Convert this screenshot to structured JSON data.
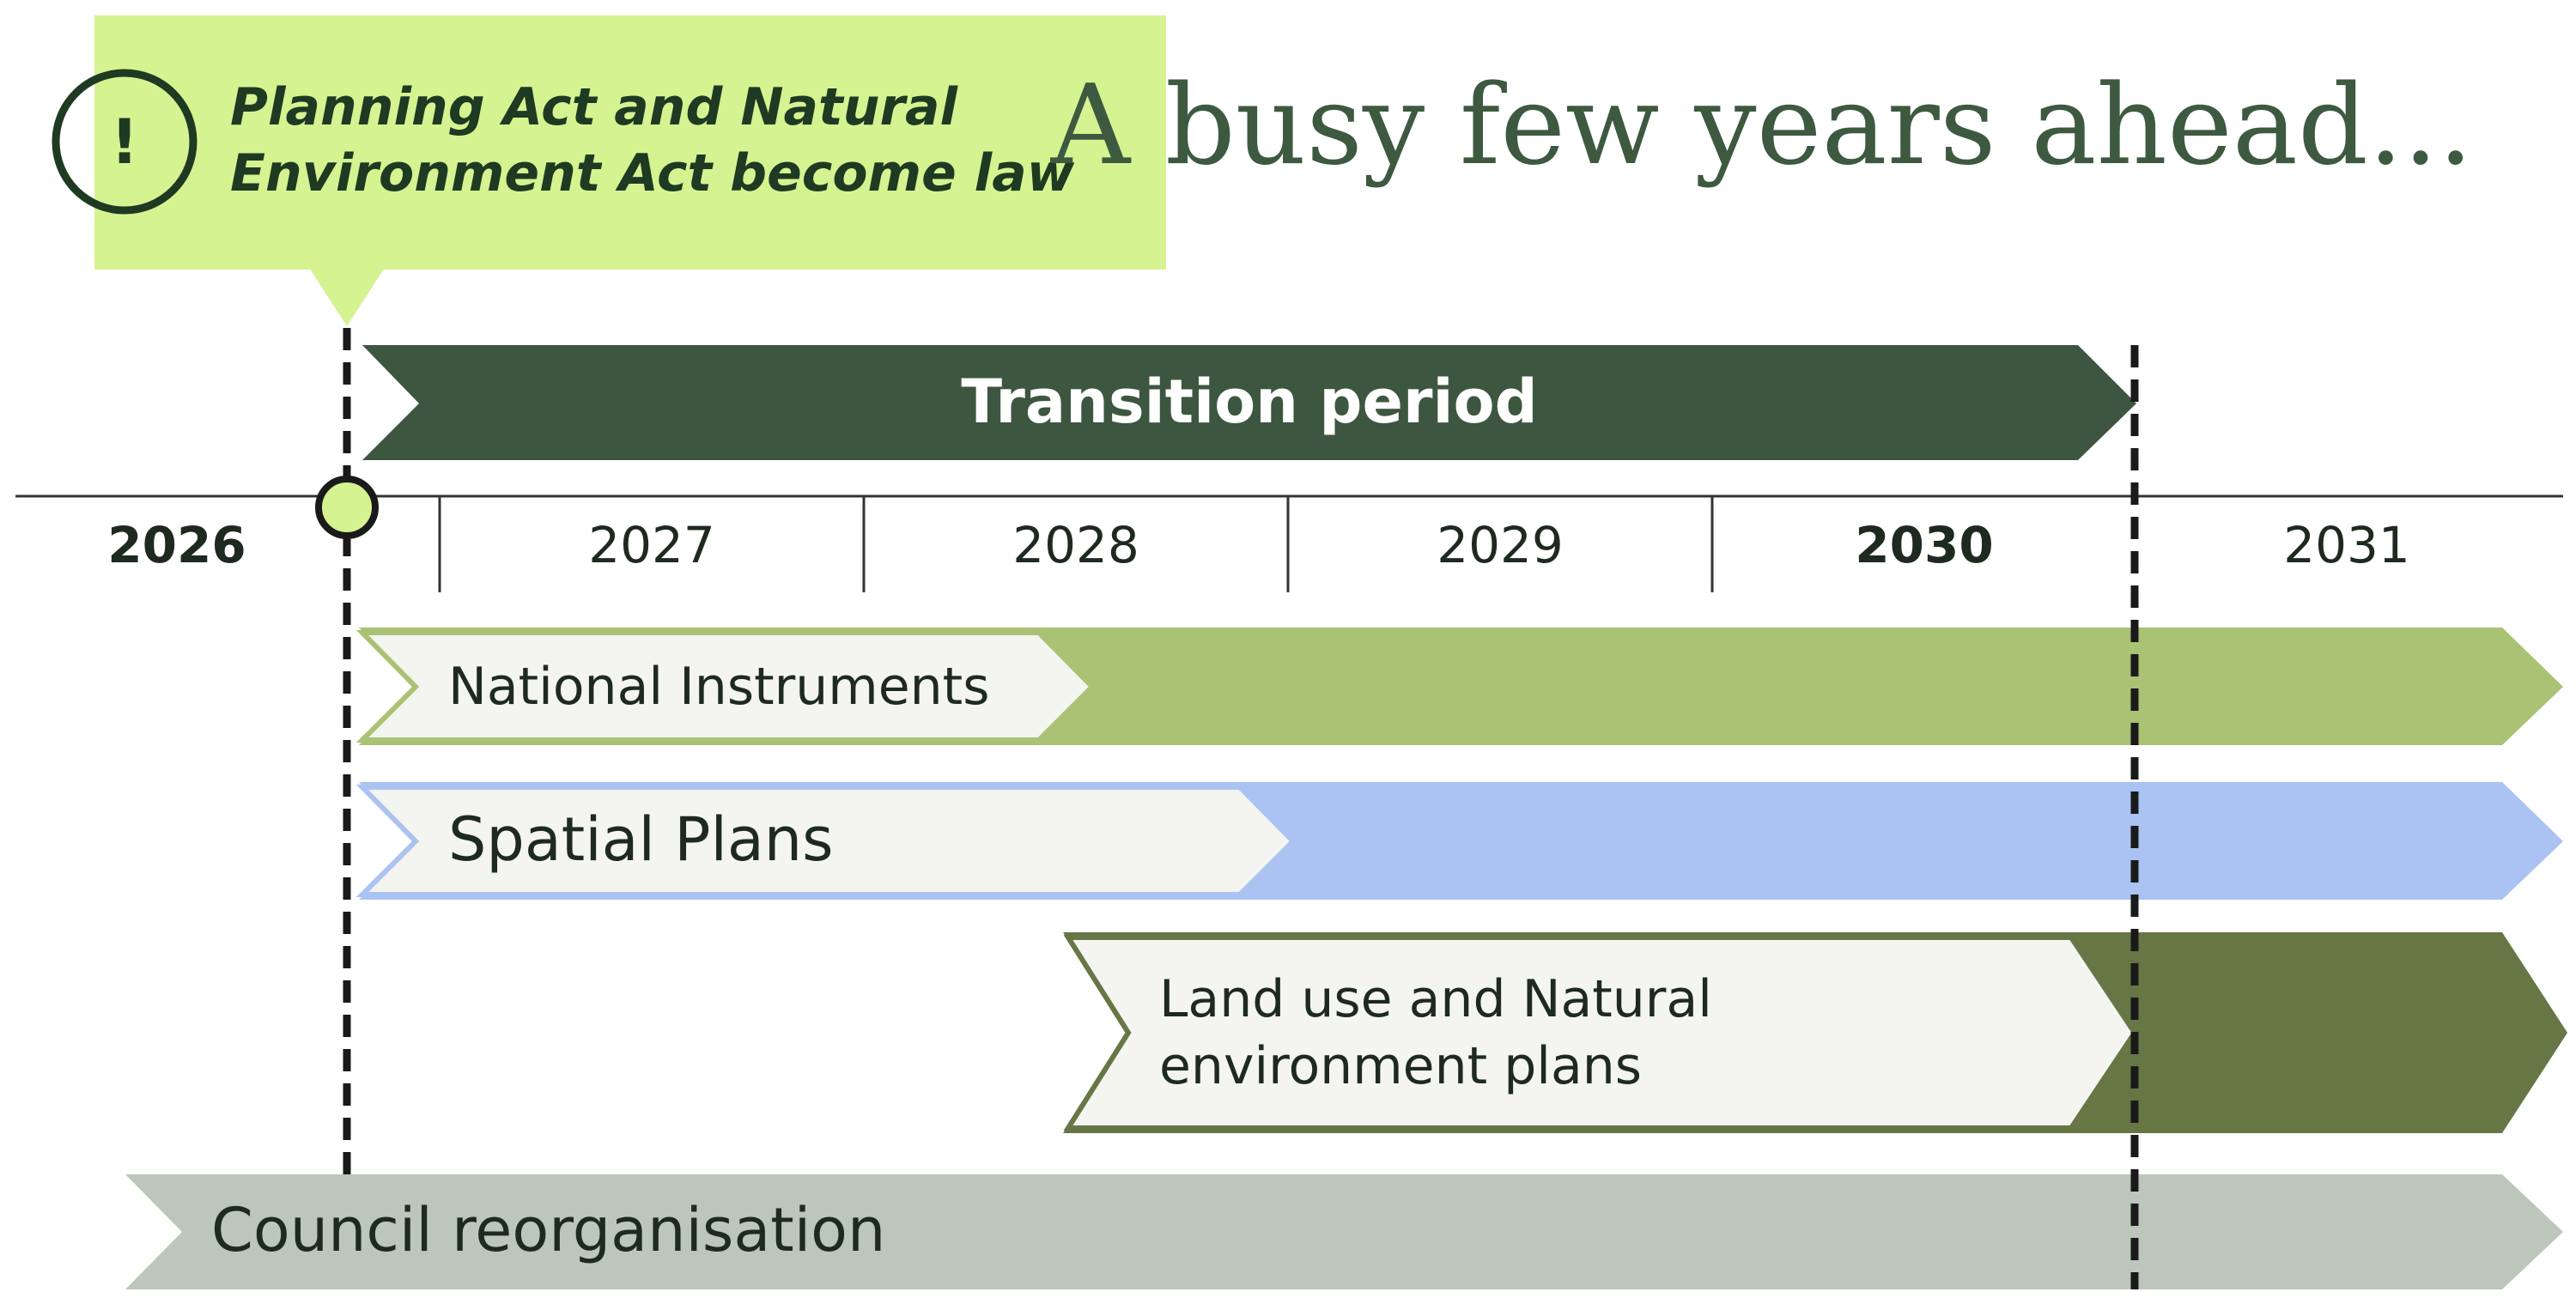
{
  "heading": "A busy few years ahead...",
  "callout": {
    "line1": "Planning Act and Natural",
    "line2": "Environment Act become law",
    "icon": "exclamation-icon",
    "icon_glyph": "!"
  },
  "transition": {
    "label": "Transition period"
  },
  "years": [
    {
      "label": "2026",
      "bold": true
    },
    {
      "label": "2027",
      "bold": false
    },
    {
      "label": "2028",
      "bold": false
    },
    {
      "label": "2029",
      "bold": false
    },
    {
      "label": "2030",
      "bold": true
    },
    {
      "label": "2031",
      "bold": false
    }
  ],
  "bars": {
    "national": {
      "label": "National Instruments"
    },
    "spatial": {
      "label": "Spatial Plans"
    },
    "landuse": {
      "line1": "Land use and Natural",
      "line2": "environment plans"
    },
    "council": {
      "label": "Council reorganisation"
    }
  },
  "colors": {
    "dark_green": "#3d5640",
    "callout_bg": "#d5f391",
    "callout_text": "#1f3a22",
    "heading": "#3d5a40",
    "light_green": "#a9c274",
    "light_blue": "#aac3f2",
    "olive": "#667645",
    "grey_green": "#bcc6bb",
    "off_white": "#f4f5f0",
    "text": "#1e2a1f"
  }
}
